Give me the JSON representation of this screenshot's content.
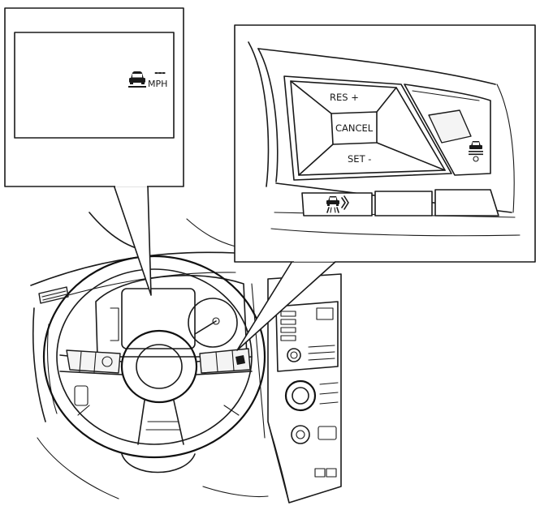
{
  "colors": {
    "line": "#1a1a1a",
    "background": "#ffffff"
  },
  "display": {
    "dashes": "---",
    "unit": "MPH",
    "icon": "intelligent-cruise-control-icon"
  },
  "switch": {
    "res_label": "RES +",
    "cancel_label": "CANCEL",
    "set_label": "SET -",
    "main_switch_icon": "cruise-main-switch-icon",
    "distance_switch_icon": "vehicle-distance-icon"
  }
}
